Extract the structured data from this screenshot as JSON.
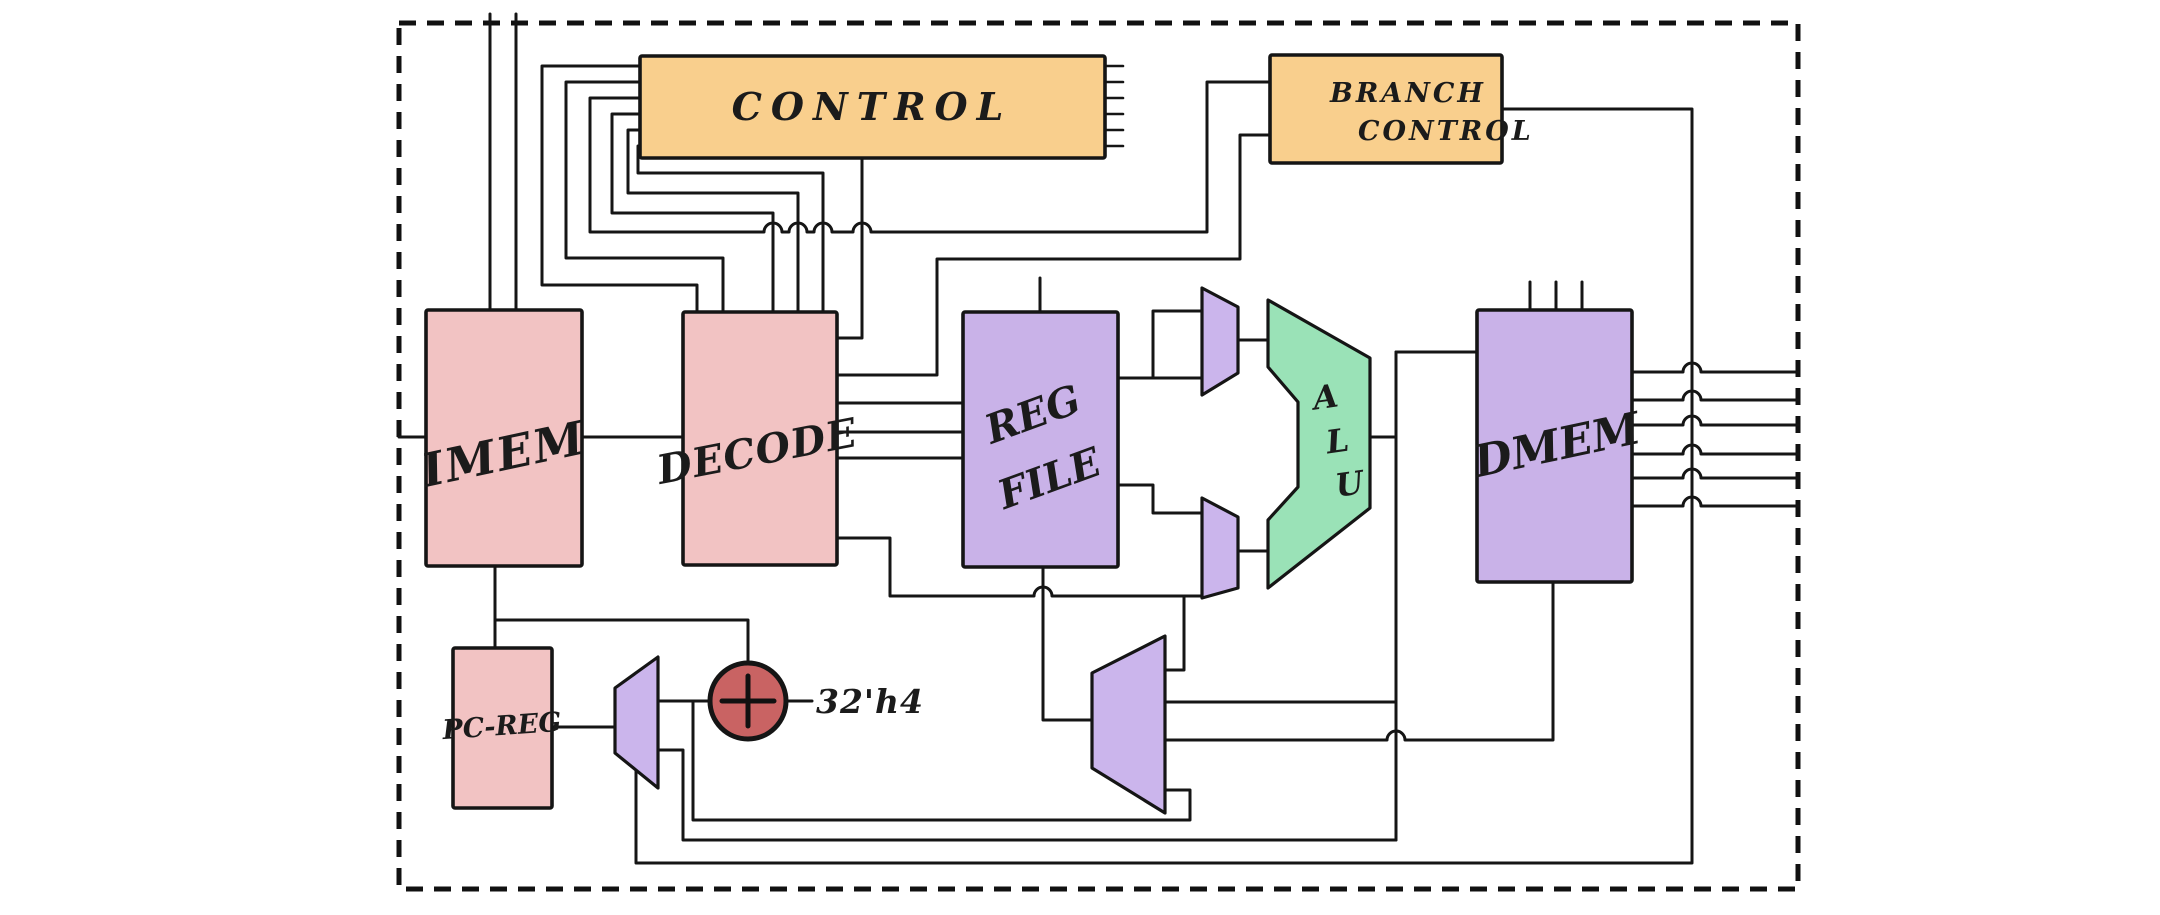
{
  "diagram": {
    "title_note": "hand-drawn single-cycle CPU datapath",
    "labels": {
      "control": "CONTROL",
      "branch_line1": "BRANCH",
      "branch_line2": "CONTROL",
      "imem": "IMEM",
      "decode": "DECODE",
      "regfile_line1": "REG",
      "regfile_line2": "FILE",
      "dmem": "DMEM",
      "alu_a": "A",
      "alu_l": "L",
      "alu_u": "U",
      "pcreg": "PC-REG",
      "pc_increment_constant": "32'h4"
    },
    "colors": {
      "background": "#ffffff",
      "line": "#151515",
      "control_fill": "#F9CF8D",
      "branch_fill": "#F9CF8D",
      "imem_fill": "#F2C3C3",
      "decode_fill": "#F2C3C3",
      "pcreg_fill": "#F2C3C3",
      "regfile_fill": "#C9B2E8",
      "dmem_fill": "#C9B2E8",
      "mux_fill": "#CBB5EC",
      "alu_fill": "#9AE2B7",
      "adder_fill": "#C96363"
    }
  }
}
